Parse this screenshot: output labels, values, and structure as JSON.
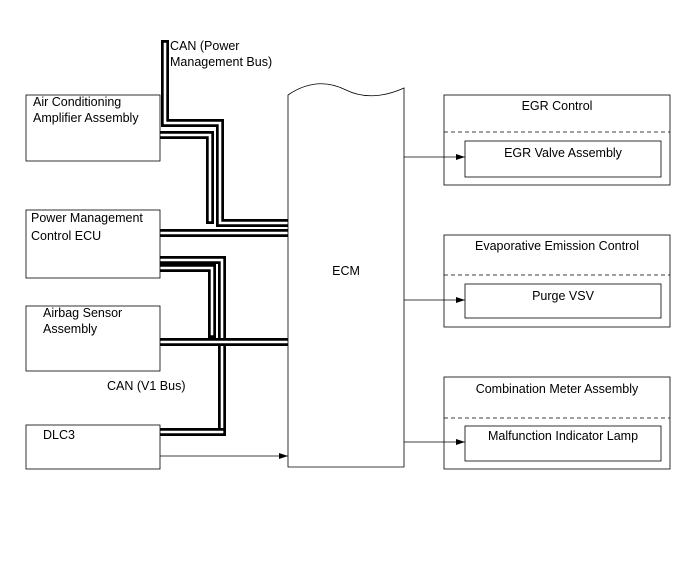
{
  "labels": {
    "can_power_line1": "CAN (Power",
    "can_power_line2": "Management Bus)",
    "can_v1": "CAN (V1 Bus)",
    "ecm": "ECM"
  },
  "left_modules": {
    "air_conditioning": [
      "Air Conditioning",
      "Amplifier Assembly"
    ],
    "power_management": [
      "Power Management",
      "Control ECU"
    ],
    "airbag_sensor": [
      "Airbag Sensor",
      "Assembly"
    ],
    "dlc3": [
      "DLC3"
    ]
  },
  "right_groups": [
    {
      "title": "EGR Control",
      "item": "EGR Valve Assembly"
    },
    {
      "title": "Evaporative Emission Control",
      "item": "Purge VSV"
    },
    {
      "title": "Combination Meter Assembly",
      "item": "Malfunction Indicator Lamp"
    }
  ]
}
